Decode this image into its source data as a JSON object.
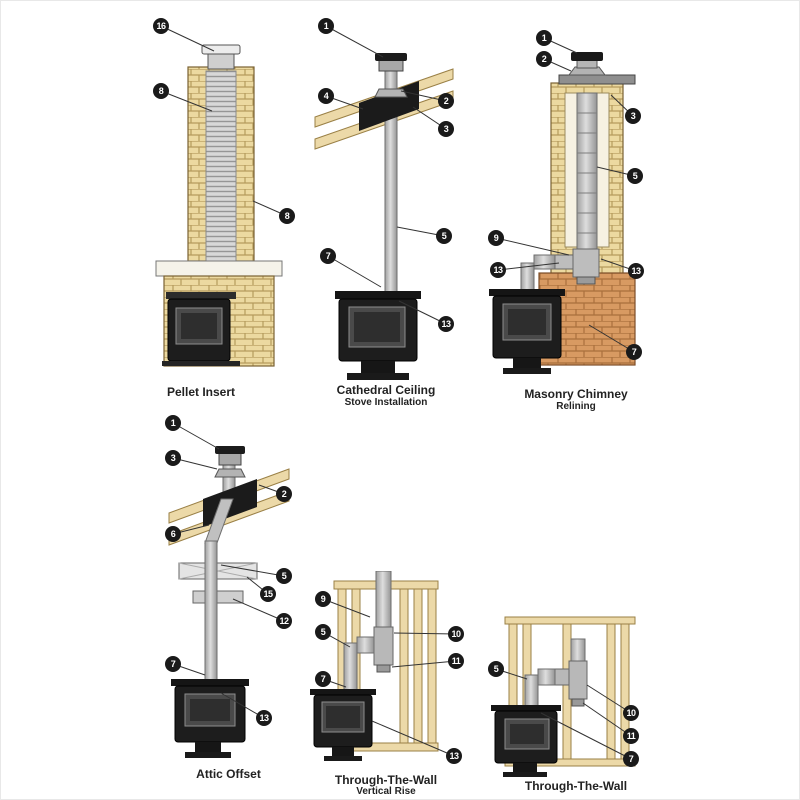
{
  "colors": {
    "callout_bg": "#1a1a1a",
    "callout_text": "#ffffff",
    "brick_tan": "#ecd9a0",
    "brick_red": "#d89a62",
    "wood": "#ecd9a8",
    "pipe_gray": "#c0c0c0",
    "stove_black": "#1d1d1d",
    "background": "#ffffff"
  },
  "diagrams": [
    {
      "id": "pellet-insert",
      "title": "Pellet Insert",
      "subtitle": "",
      "callouts": [
        "16",
        "8",
        "8"
      ]
    },
    {
      "id": "cathedral-ceiling-stove-installation",
      "title": "Cathedral Ceiling",
      "subtitle": "Stove Installation",
      "callouts": [
        "1",
        "4",
        "2",
        "3",
        "5",
        "7",
        "13"
      ]
    },
    {
      "id": "masonry-chimney-relining",
      "title": "Masonry Chimney",
      "subtitle": "Relining",
      "callouts": [
        "1",
        "2",
        "3",
        "5",
        "9",
        "13",
        "13",
        "7"
      ]
    },
    {
      "id": "attic-offset",
      "title": "Attic Offset",
      "subtitle": "",
      "callouts": [
        "1",
        "3",
        "2",
        "6",
        "5",
        "15",
        "12",
        "7",
        "13"
      ]
    },
    {
      "id": "through-the-wall-vertical-rise",
      "title": "Through-The-Wall",
      "subtitle": "Vertical Rise",
      "callouts": [
        "9",
        "5",
        "10",
        "11",
        "7",
        "13"
      ]
    },
    {
      "id": "through-the-wall",
      "title": "Through-The-Wall",
      "subtitle": "",
      "callouts": [
        "5",
        "10",
        "11",
        "7"
      ]
    }
  ]
}
